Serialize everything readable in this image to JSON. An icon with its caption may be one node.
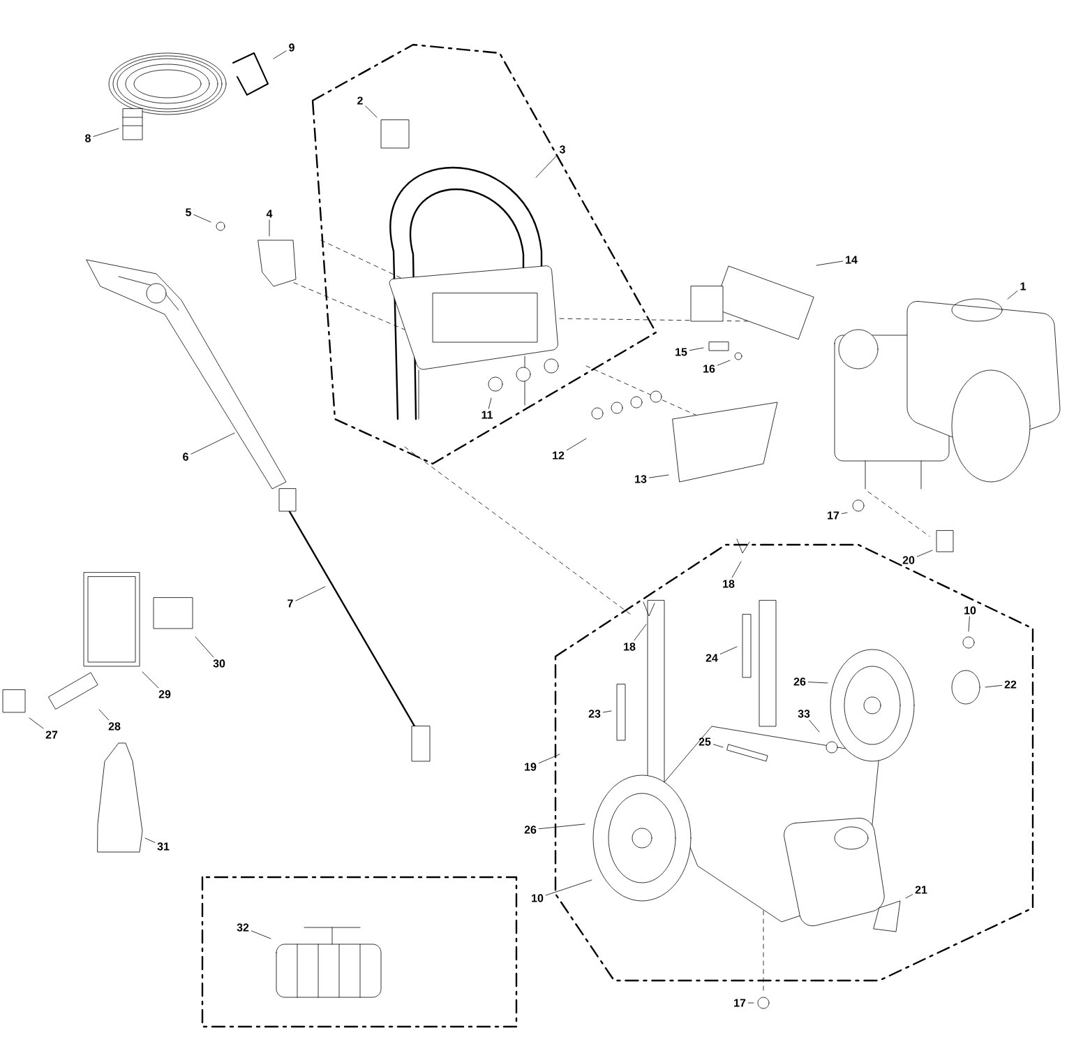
{
  "diagram": {
    "nodes": [
      {
        "text": [
          "9"
        ]
      },
      {
        "text": [
          "2"
        ]
      },
      {
        "text": [
          "8"
        ]
      },
      {
        "text": [
          "3"
        ]
      },
      {
        "text": [
          "5"
        ]
      },
      {
        "text": [
          "4"
        ]
      },
      {
        "text": [
          "14"
        ]
      },
      {
        "text": [
          "1"
        ]
      },
      {
        "text": [
          "15"
        ]
      },
      {
        "text": [
          "16"
        ]
      },
      {
        "text": [
          "11"
        ]
      },
      {
        "text": [
          "12"
        ]
      },
      {
        "text": [
          "6"
        ]
      },
      {
        "text": [
          "13"
        ]
      },
      {
        "text": [
          "17"
        ]
      },
      {
        "text": [
          "20"
        ]
      },
      {
        "text": [
          "18"
        ]
      },
      {
        "text": [
          "7"
        ]
      },
      {
        "text": [
          "10"
        ]
      },
      {
        "text": [
          "18"
        ]
      },
      {
        "text": [
          "24"
        ]
      },
      {
        "text": [
          "30"
        ]
      },
      {
        "text": [
          "26"
        ]
      },
      {
        "text": [
          "22"
        ]
      },
      {
        "text": [
          "29"
        ]
      },
      {
        "text": [
          "33"
        ]
      },
      {
        "text": [
          "23"
        ]
      },
      {
        "text": [
          "28"
        ]
      },
      {
        "text": [
          "27"
        ]
      },
      {
        "text": [
          "25"
        ]
      },
      {
        "text": [
          "19"
        ]
      },
      {
        "text": [
          "26"
        ]
      },
      {
        "text": [
          "31"
        ]
      },
      {
        "text": [
          "21"
        ]
      },
      {
        "text": [
          "10"
        ]
      },
      {
        "text": [
          "32"
        ]
      },
      {
        "text": [
          "17"
        ]
      }
    ],
    "edges": [
      {
        "from": 0,
        "to": null,
        "arrow": "none"
      },
      {
        "from": 1,
        "to": null,
        "arrow": "none"
      },
      {
        "from": 2,
        "to": null,
        "arrow": "none"
      },
      {
        "from": 3,
        "to": null,
        "arrow": "none"
      },
      {
        "from": 4,
        "to": null,
        "arrow": "none"
      },
      {
        "from": 5,
        "to": null,
        "arrow": "none"
      },
      {
        "from": 6,
        "to": null,
        "arrow": "none"
      },
      {
        "from": 7,
        "to": null,
        "arrow": "none"
      },
      {
        "from": 8,
        "to": null,
        "arrow": "none"
      },
      {
        "from": 9,
        "to": null,
        "arrow": "none"
      },
      {
        "from": 10,
        "to": null,
        "arrow": "none"
      },
      {
        "from": 11,
        "to": null,
        "arrow": "none"
      },
      {
        "from": 12,
        "to": null,
        "arrow": "none"
      },
      {
        "from": 13,
        "to": null,
        "arrow": "none"
      },
      {
        "from": 14,
        "to": null,
        "arrow": "none"
      },
      {
        "from": 15,
        "to": null,
        "arrow": "none"
      },
      {
        "from": 16,
        "to": null,
        "arrow": "none"
      },
      {
        "from": 17,
        "to": null,
        "arrow": "none"
      },
      {
        "from": 18,
        "to": null,
        "arrow": "none"
      },
      {
        "from": 19,
        "to": null,
        "arrow": "none"
      },
      {
        "from": 20,
        "to": null,
        "arrow": "none"
      },
      {
        "from": 21,
        "to": null,
        "arrow": "none"
      },
      {
        "from": 22,
        "to": null,
        "arrow": "none"
      },
      {
        "from": 23,
        "to": null,
        "arrow": "none"
      },
      {
        "from": 24,
        "to": null,
        "arrow": "none"
      },
      {
        "from": 25,
        "to": null,
        "arrow": "none"
      },
      {
        "from": 26,
        "to": null,
        "arrow": "none"
      },
      {
        "from": 27,
        "to": null,
        "arrow": "none"
      },
      {
        "from": 28,
        "to": null,
        "arrow": "none"
      },
      {
        "from": 29,
        "to": null,
        "arrow": "none"
      },
      {
        "from": 30,
        "to": null,
        "arrow": "none"
      },
      {
        "from": 31,
        "to": null,
        "arrow": "none"
      },
      {
        "from": 32,
        "to": null,
        "arrow": "none"
      },
      {
        "from": 33,
        "to": null,
        "arrow": "none"
      },
      {
        "from": 34,
        "to": null,
        "arrow": "none"
      },
      {
        "from": 35,
        "to": null,
        "arrow": "none"
      },
      {
        "from": 36,
        "to": null,
        "arrow": "none"
      }
    ]
  }
}
